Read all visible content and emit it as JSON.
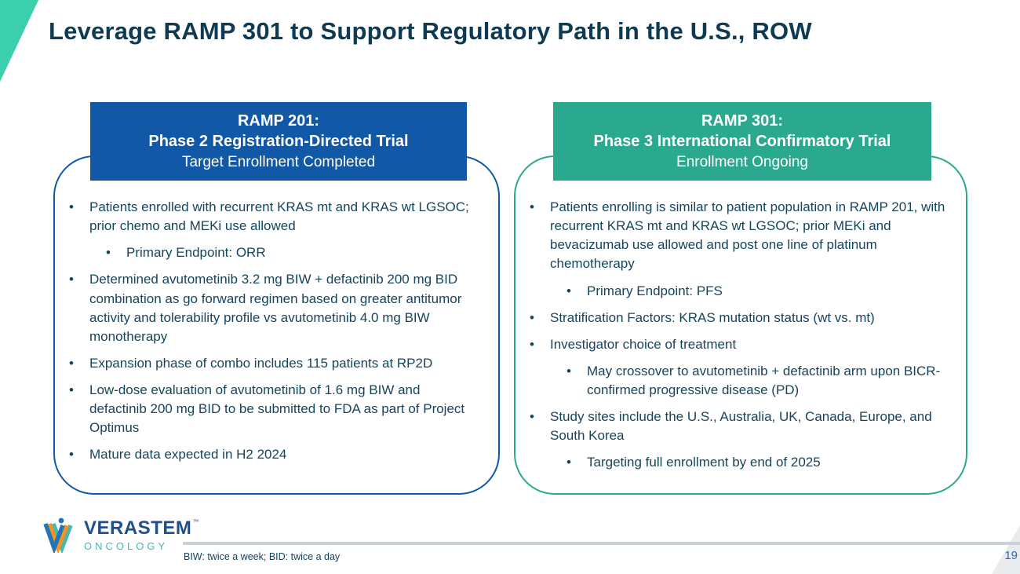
{
  "slide": {
    "title": "Leverage RAMP 301 to Support Regulatory Path in the U.S., ROW",
    "footnote": "BIW: twice a week; BID: twice a day",
    "page_number": "19"
  },
  "colors": {
    "accent_triangle_teal": "#3CCFAE",
    "header_blue": "#1158A7",
    "header_teal": "#2BA98F",
    "title_text": "#0E3A52",
    "body_text": "#15455C",
    "divider_gray": "#C9D0D6",
    "page_number_blue": "#2A6BB5",
    "logo_blue": "#1D4F91",
    "logo_teal": "#45B8B0",
    "logo_orange": "#F7941D"
  },
  "panels": [
    {
      "id": "ramp201",
      "header": {
        "line1": "RAMP 201:",
        "line2": "Phase 2 Registration-Directed Trial",
        "line3": "Target Enrollment Completed"
      },
      "bullets": [
        {
          "level": 1,
          "text": "Patients enrolled with recurrent KRAS mt and KRAS wt LGSOC; prior chemo and MEKi use allowed"
        },
        {
          "level": 2,
          "text": "Primary Endpoint: ORR"
        },
        {
          "level": 1,
          "text": "Determined avutometinib 3.2 mg BIW + defactinib 200 mg BID combination as go forward regimen based on greater antitumor activity and tolerability profile vs avutometinib 4.0 mg BIW monotherapy"
        },
        {
          "level": 1,
          "text": "Expansion phase of combo includes 115 patients at RP2D"
        },
        {
          "level": 1,
          "text": "Low-dose evaluation of avutometinib of 1.6 mg BIW and defactinib 200 mg BID to be submitted to FDA as part of Project Optimus"
        },
        {
          "level": 1,
          "text": "Mature data expected in H2 2024"
        }
      ]
    },
    {
      "id": "ramp301",
      "header": {
        "line1": "RAMP 301:",
        "line2": "Phase 3 International Confirmatory Trial",
        "line3": "Enrollment Ongoing"
      },
      "bullets": [
        {
          "level": 1,
          "text": "Patients enrolling is similar to patient population in RAMP 201, with recurrent KRAS mt and KRAS wt LGSOC; prior MEKi and bevacizumab use allowed and post one line of platinum chemotherapy"
        },
        {
          "level": 2,
          "text": "Primary Endpoint: PFS"
        },
        {
          "level": 1,
          "text": "Stratification Factors: KRAS mutation status (wt vs. mt)"
        },
        {
          "level": 1,
          "text": "Investigator choice of treatment"
        },
        {
          "level": 2,
          "text": "May crossover to avutometinib + defactinib arm upon BICR-confirmed progressive disease (PD)"
        },
        {
          "level": 1,
          "text": "Study sites include the U.S.,  Australia, UK, Canada, Europe, and South Korea"
        },
        {
          "level": 2,
          "text": "Targeting full enrollment by end of 2025"
        }
      ]
    }
  ],
  "logo": {
    "brand": "VERASTEM",
    "trademark": "™",
    "division": "ONCOLOGY"
  }
}
